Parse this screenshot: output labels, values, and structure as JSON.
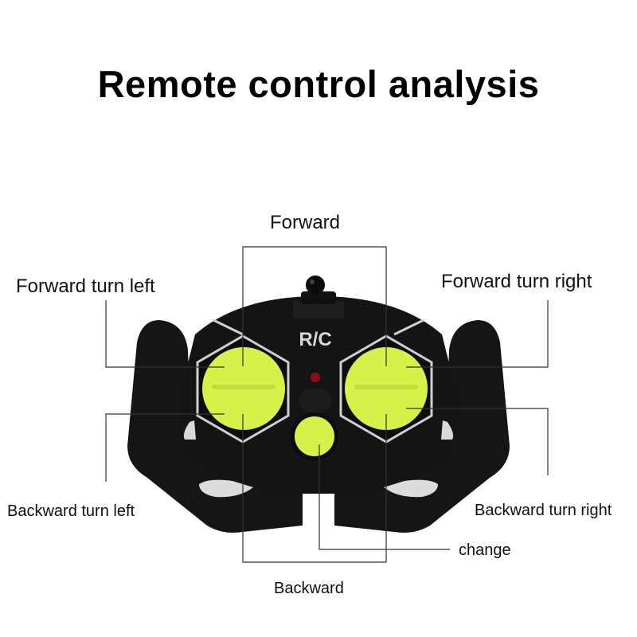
{
  "title": "Remote control analysis",
  "device": {
    "badge": "R/C",
    "colors": {
      "body": "#141414",
      "body_highlight": "#2a2a2a",
      "button": "#d6f24a",
      "button_shadow": "#b8d43a",
      "hex_outline": "#cfcfcf",
      "led": "#8a0f1a",
      "leader_line": "#333333"
    }
  },
  "labels": {
    "forward": "Forward",
    "forward_turn_left": "Forward turn left",
    "forward_turn_right": "Forward turn right",
    "backward_turn_left": "Backward turn left",
    "backward_turn_right": "Backward turn right",
    "change": "change",
    "backward": "Backward"
  }
}
